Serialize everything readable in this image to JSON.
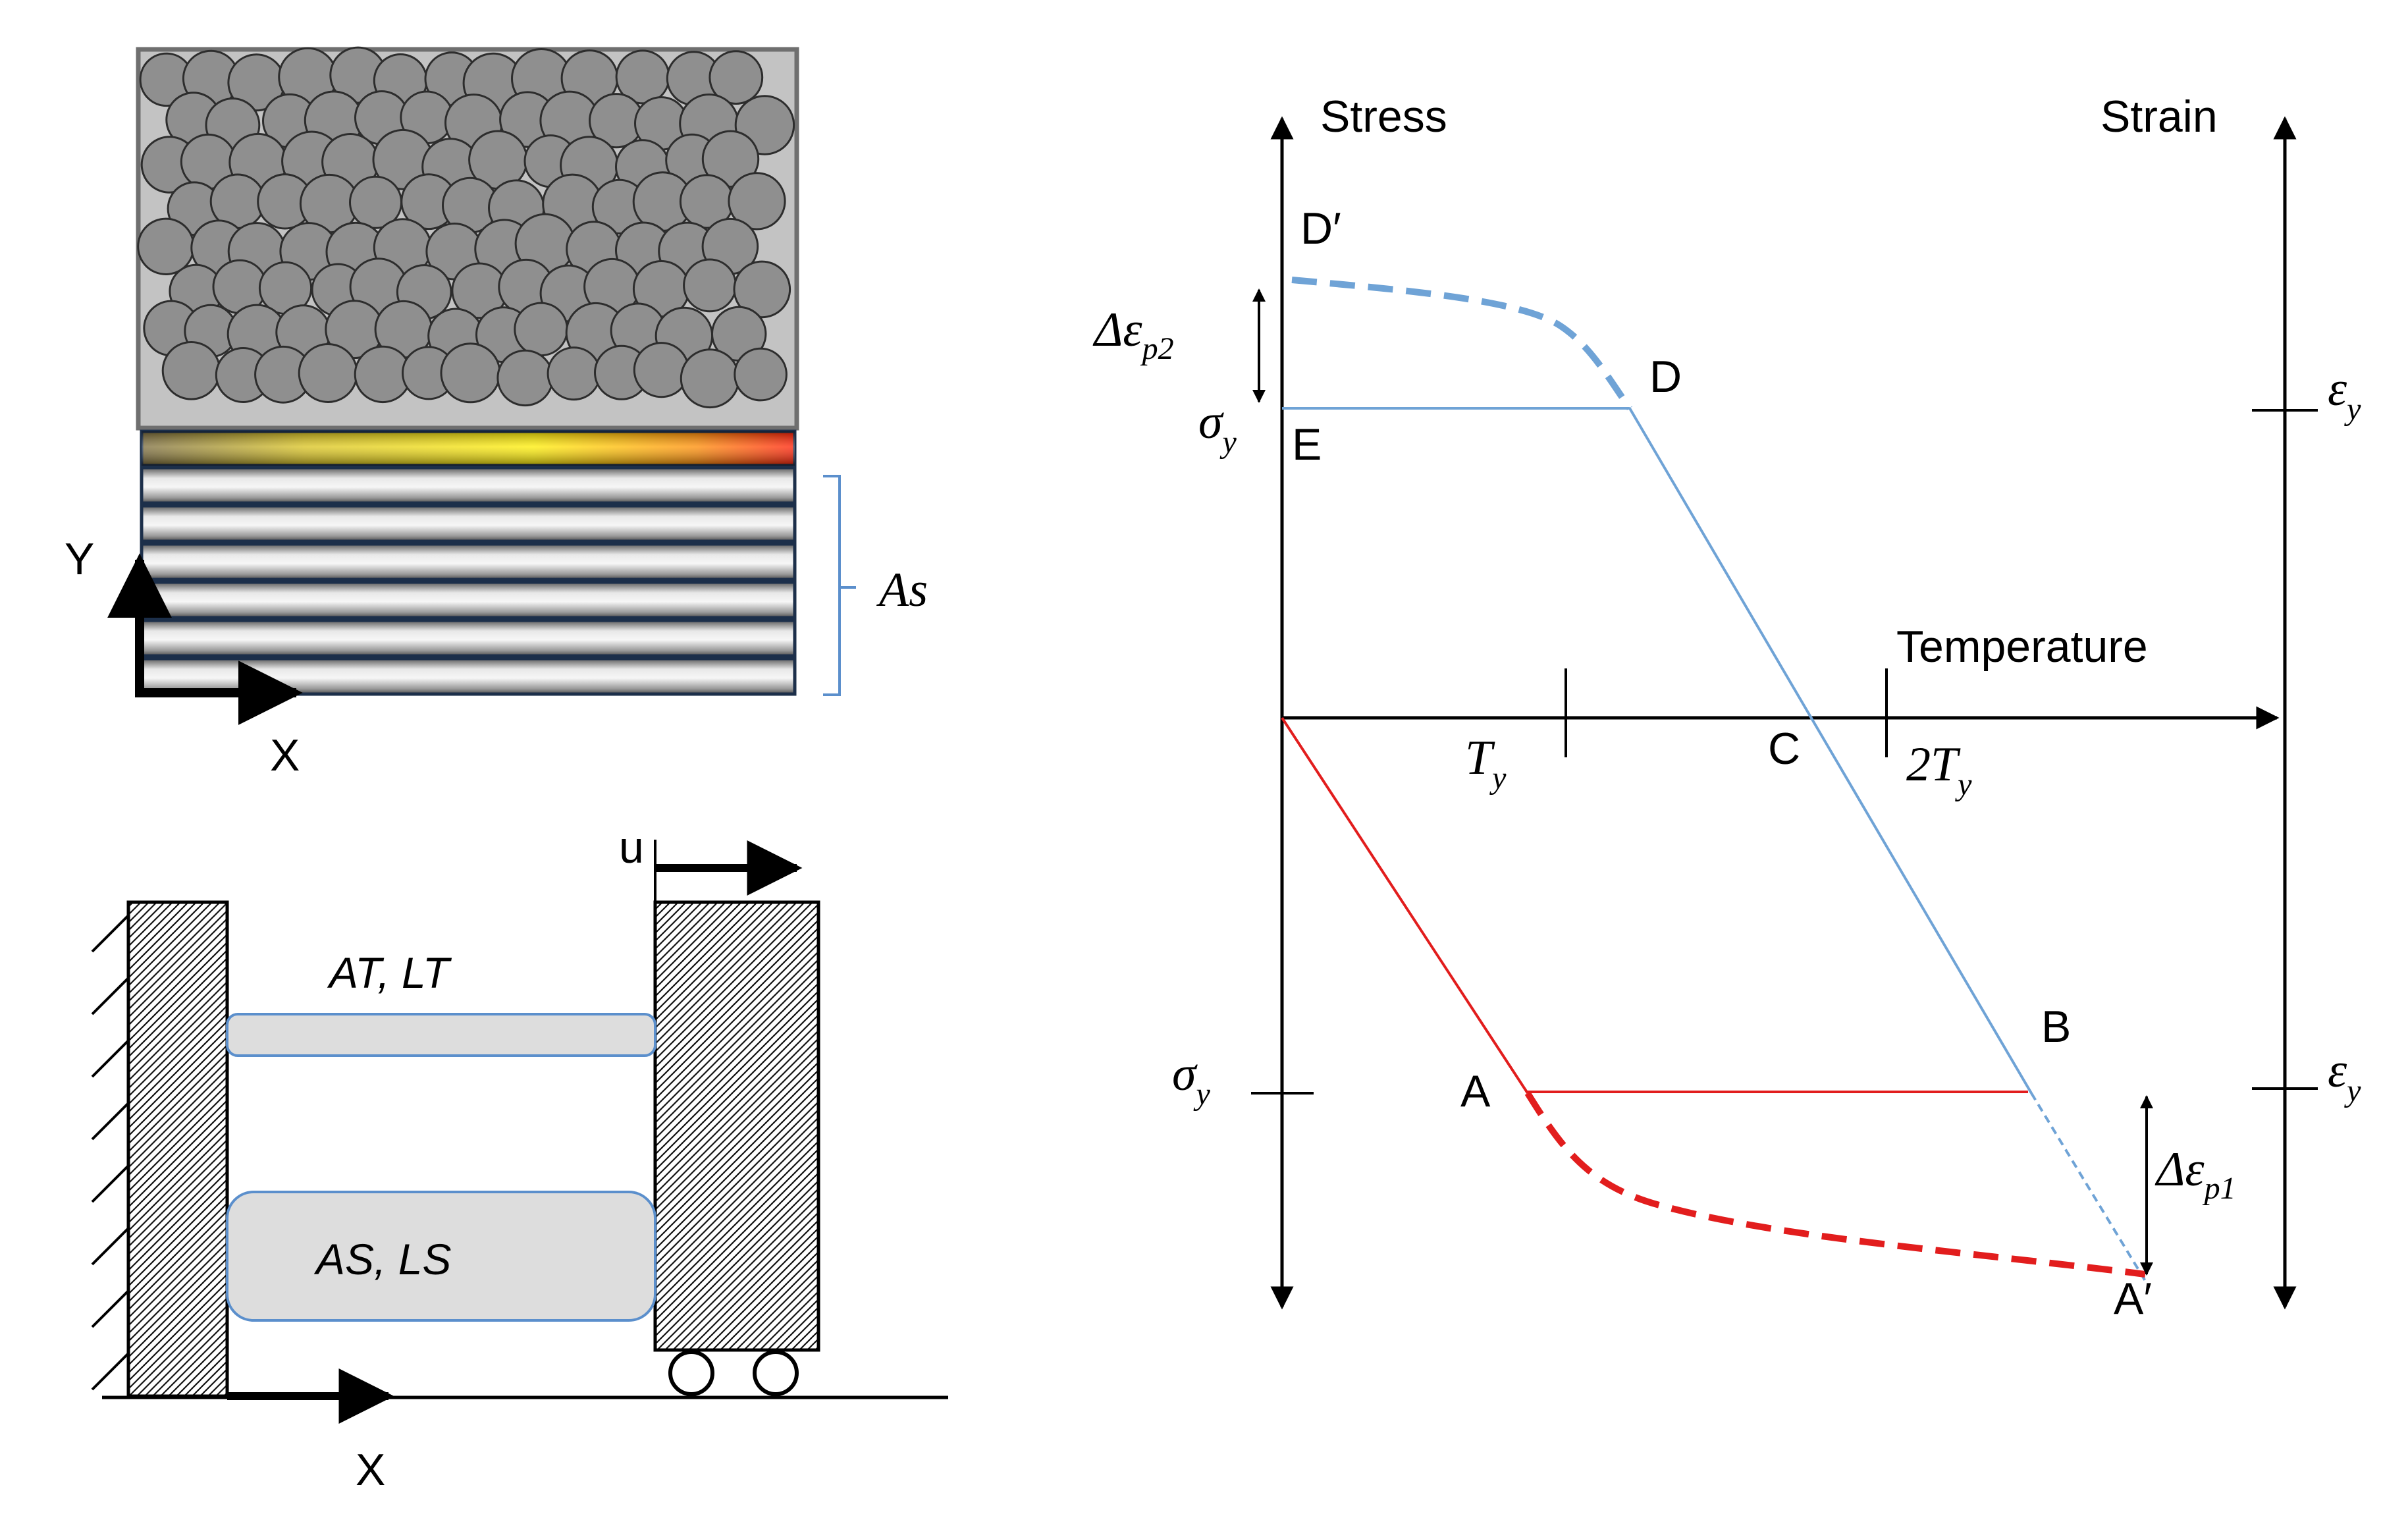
{
  "panel_a": {
    "axis_y_label": "Y",
    "axis_x_label": "X",
    "region_label": "As",
    "colors": {
      "particle": "#8f8f8f",
      "matrix": "#c0c0c0",
      "hot": "#ff2a00",
      "warm": "#ffe400"
    }
  },
  "panel_b": {
    "u_label": "u",
    "bar_top_label": "AT, LT",
    "bar_bottom_label": "AS, LS",
    "axis_x_label": "X"
  },
  "panel_c": {
    "axis_stress": "Stress",
    "axis_strain": "Strain",
    "axis_temperature": "Temperature",
    "points": {
      "D_prime": "D′",
      "D": "D",
      "E": "E",
      "C": "C",
      "B": "B",
      "A": "A",
      "A_prime": "A′"
    },
    "tick_Ty": "T",
    "tick_Ty_sub": "y",
    "tick_2Ty": "2T",
    "tick_2Ty_sub": "y",
    "sigma_top": "σ",
    "sigma_top_sub": "y",
    "sigma_bottom": "σ",
    "sigma_bottom_sub": "y",
    "eps_top": "ε",
    "eps_top_sub": "y",
    "eps_bottom": "ε",
    "eps_bottom_sub": "y",
    "delta_p2": "Δε",
    "delta_p2_sub": "p2",
    "delta_p1": "Δε",
    "delta_p1_sub": "p1",
    "colors": {
      "heating": "#6fa3d6",
      "cooling": "#e21d1d",
      "axis": "#000000"
    }
  }
}
